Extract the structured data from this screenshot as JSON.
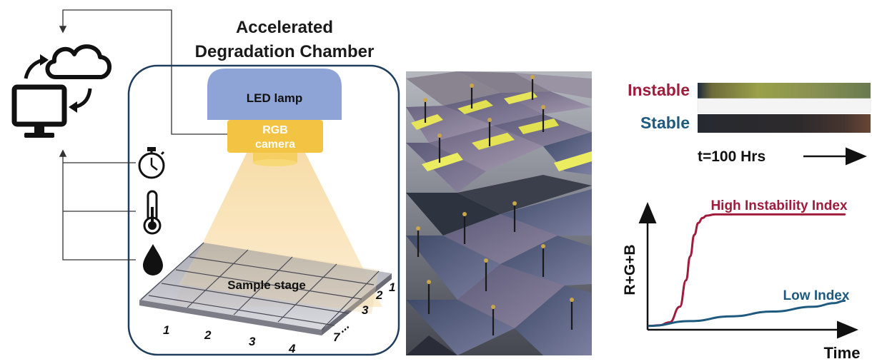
{
  "chamber": {
    "title_line1": "Accelerated",
    "title_line2": "Degradation Chamber",
    "lamp_label": "LED lamp",
    "camera_line1": "RGB",
    "camera_line2": "camera",
    "stage_label": "Sample stage",
    "front_numbers": [
      "1",
      "2",
      "3",
      "4",
      "7"
    ],
    "front_ellipsis": "...",
    "side_numbers": [
      "1",
      "2",
      "3"
    ],
    "side_ellipsis": "...",
    "sensor_icons": [
      "stopwatch-icon",
      "thermometer-icon",
      "droplet-icon"
    ],
    "computer_icons": [
      "cloud-icon",
      "monitor-icon",
      "sync-arrows-icon"
    ]
  },
  "color_strips": {
    "instable_label": "Instable",
    "stable_label": "Stable",
    "time_label": "t=100 Hrs",
    "instable_color": "#a01c3c",
    "stable_color": "#1e5a7e"
  },
  "chart_data": {
    "type": "line",
    "title": "",
    "xlabel": "Time",
    "ylabel": "R+G+B",
    "series": [
      {
        "name": "High Instability Index",
        "color": "#a01c3c",
        "x": [
          0,
          0.05,
          0.1,
          0.15,
          0.18,
          0.2,
          0.22,
          0.24,
          0.26,
          0.28,
          0.32,
          0.4,
          0.6,
          0.8,
          0.95
        ],
        "y": [
          0.02,
          0.025,
          0.05,
          0.18,
          0.4,
          0.6,
          0.78,
          0.88,
          0.92,
          0.94,
          0.95,
          0.95,
          0.95,
          0.95,
          0.95
        ]
      },
      {
        "name": "Low Index",
        "color": "#1e5a7e",
        "x": [
          0,
          0.2,
          0.4,
          0.6,
          0.8,
          0.9,
          0.95
        ],
        "y": [
          0.02,
          0.06,
          0.1,
          0.14,
          0.18,
          0.21,
          0.23
        ]
      }
    ]
  }
}
